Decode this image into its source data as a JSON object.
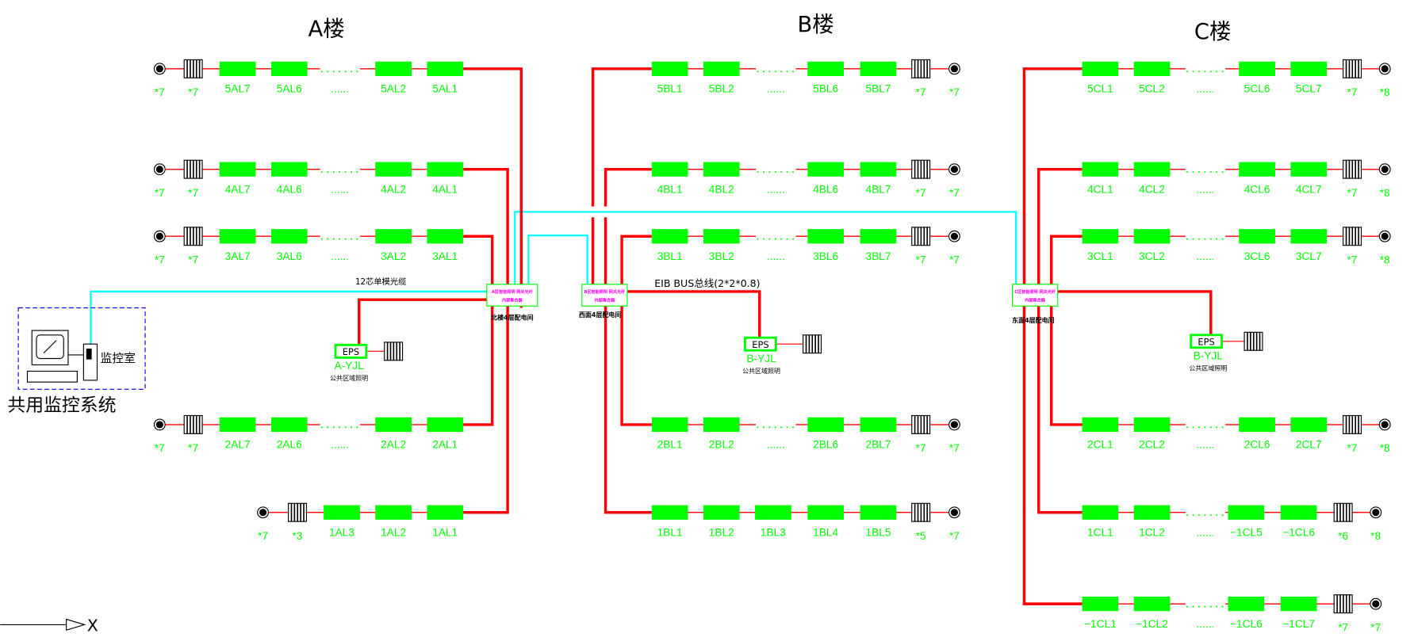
{
  "colors": {
    "power_line": "#ff0000",
    "fiber_line": "#00ffff",
    "fixture": "#00ff00",
    "junction_text": "#ff00ff",
    "monitor_frame": "#0000ff"
  },
  "monitor": {
    "room_label": "监控室",
    "system_label": "共用监控系统",
    "icon": "computer-workstation-icon"
  },
  "fiber_label": "12芯单模光缆",
  "bus_label": "EIB BUS总线(2*2*0.8)",
  "axis_label": "X",
  "buildings": [
    {
      "title": "A楼",
      "junction": {
        "line1": "A区智能照明 网关光纤",
        "line2": "内部集合器",
        "location": "北楼4层配电间"
      },
      "eps": {
        "label": "EPS",
        "name": "A-YJL",
        "desc": "公共区域照明"
      },
      "rows": [
        {
          "labels": [
            "5AL7",
            "5AL6",
            "......",
            "5AL2",
            "5AL1"
          ],
          "outlet_count": "*7",
          "radiator_count": "*7"
        },
        {
          "labels": [
            "4AL7",
            "4AL6",
            "......",
            "4AL2",
            "4AL1"
          ],
          "outlet_count": "*7",
          "radiator_count": "*7"
        },
        {
          "labels": [
            "3AL7",
            "3AL6",
            "......",
            "3AL2",
            "3AL1"
          ],
          "outlet_count": "*7",
          "radiator_count": "*7"
        },
        {
          "labels": [
            "2AL7",
            "2AL6",
            "......",
            "2AL2",
            "2AL1"
          ],
          "outlet_count": "*7",
          "radiator_count": "*7"
        },
        {
          "labels": [
            "1AL3",
            "1AL2",
            "1AL1"
          ],
          "outlet_count": "*7",
          "radiator_count": "*3"
        }
      ]
    },
    {
      "title": "B楼",
      "junction": {
        "line1": "B区智能照明 网关光纤",
        "line2": "内部集合器",
        "location": "西面4层配电间"
      },
      "eps": {
        "label": "EPS",
        "name": "B-YJL",
        "desc": "公共区域照明"
      },
      "rows": [
        {
          "labels": [
            "5BL1",
            "5BL2",
            "......",
            "5BL6",
            "5BL7"
          ],
          "radiator_count": "*7",
          "outlet_count": "*7"
        },
        {
          "labels": [
            "4BL1",
            "4BL2",
            "......",
            "4BL6",
            "4BL7"
          ],
          "radiator_count": "*7",
          "outlet_count": "*7"
        },
        {
          "labels": [
            "3BL1",
            "3BL2",
            "......",
            "3BL6",
            "3BL7"
          ],
          "radiator_count": "*7",
          "outlet_count": "*7"
        },
        {
          "labels": [
            "2BL1",
            "2BL2",
            "......",
            "2BL6",
            "2BL7"
          ],
          "radiator_count": "*7",
          "outlet_count": "*7"
        },
        {
          "labels": [
            "1BL1",
            "1BL2",
            "1BL3",
            "1BL4",
            "1BL5"
          ],
          "radiator_count": "*5",
          "outlet_count": "*7"
        }
      ]
    },
    {
      "title": "C楼",
      "junction": {
        "line1": "C区智能照明 网关光纤",
        "line2": "内部集合器",
        "location": "东面4层配电间"
      },
      "eps": {
        "label": "EPS",
        "name": "B-YJL",
        "desc": "公共区域照明"
      },
      "rows": [
        {
          "labels": [
            "5CL1",
            "5CL2",
            "......",
            "5CL6",
            "5CL7"
          ],
          "radiator_count": "*7",
          "outlet_count": "*8"
        },
        {
          "labels": [
            "4CL1",
            "4CL2",
            "......",
            "4CL6",
            "4CL7"
          ],
          "radiator_count": "*7",
          "outlet_count": "*8"
        },
        {
          "labels": [
            "3CL1",
            "3CL2",
            "......",
            "3CL6",
            "3CL7"
          ],
          "radiator_count": "*7",
          "outlet_count": "*8"
        },
        {
          "labels": [
            "2CL1",
            "2CL2",
            "......",
            "2CL6",
            "2CL7"
          ],
          "radiator_count": "*7",
          "outlet_count": "*8"
        },
        {
          "labels": [
            "1CL1",
            "1CL2",
            "......",
            "−1CL5",
            "−1CL6"
          ],
          "radiator_count": "*6",
          "outlet_count": "*8"
        },
        {
          "labels": [
            "−1CL1",
            "−1CL2",
            "......",
            "−1CL6",
            "−1CL7"
          ],
          "radiator_count": "*7",
          "outlet_count": "*7"
        }
      ]
    }
  ]
}
